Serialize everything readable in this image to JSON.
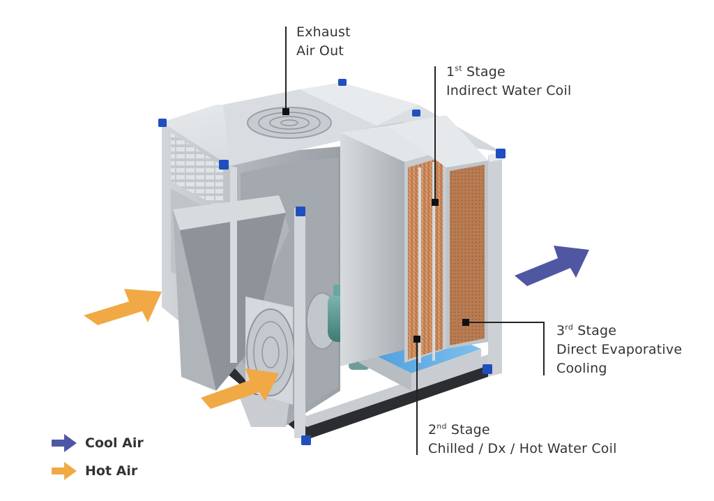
{
  "labels": {
    "exhaust": {
      "line1": "Exhaust",
      "line2": "Air Out"
    },
    "stage1": {
      "num": "1",
      "sup": "st",
      "word": " Stage",
      "line2": "Indirect Water Coil"
    },
    "stage2": {
      "num": "2",
      "sup": "nd",
      "word": " Stage",
      "line2": "Chilled / Dx / Hot Water Coil"
    },
    "stage3": {
      "num": "3",
      "sup": "rd",
      "word": " Stage",
      "line2": "Direct Evaporative",
      "line3": "Cooling"
    }
  },
  "legend": [
    {
      "label": "Cool Air",
      "color": "#4f57a3"
    },
    {
      "label": "Hot Air",
      "color": "#f0a945"
    }
  ],
  "colors": {
    "cool_arrow": "#4f57a3",
    "hot_arrow": "#f0a945",
    "corner_caps": "#1f4fbf",
    "copper_coil": "#c98a5c",
    "evap_pad": "#b87a52",
    "motor": "#5c9a94",
    "water_tray": "#5aa6e0",
    "frame": "#cfd3d8"
  }
}
